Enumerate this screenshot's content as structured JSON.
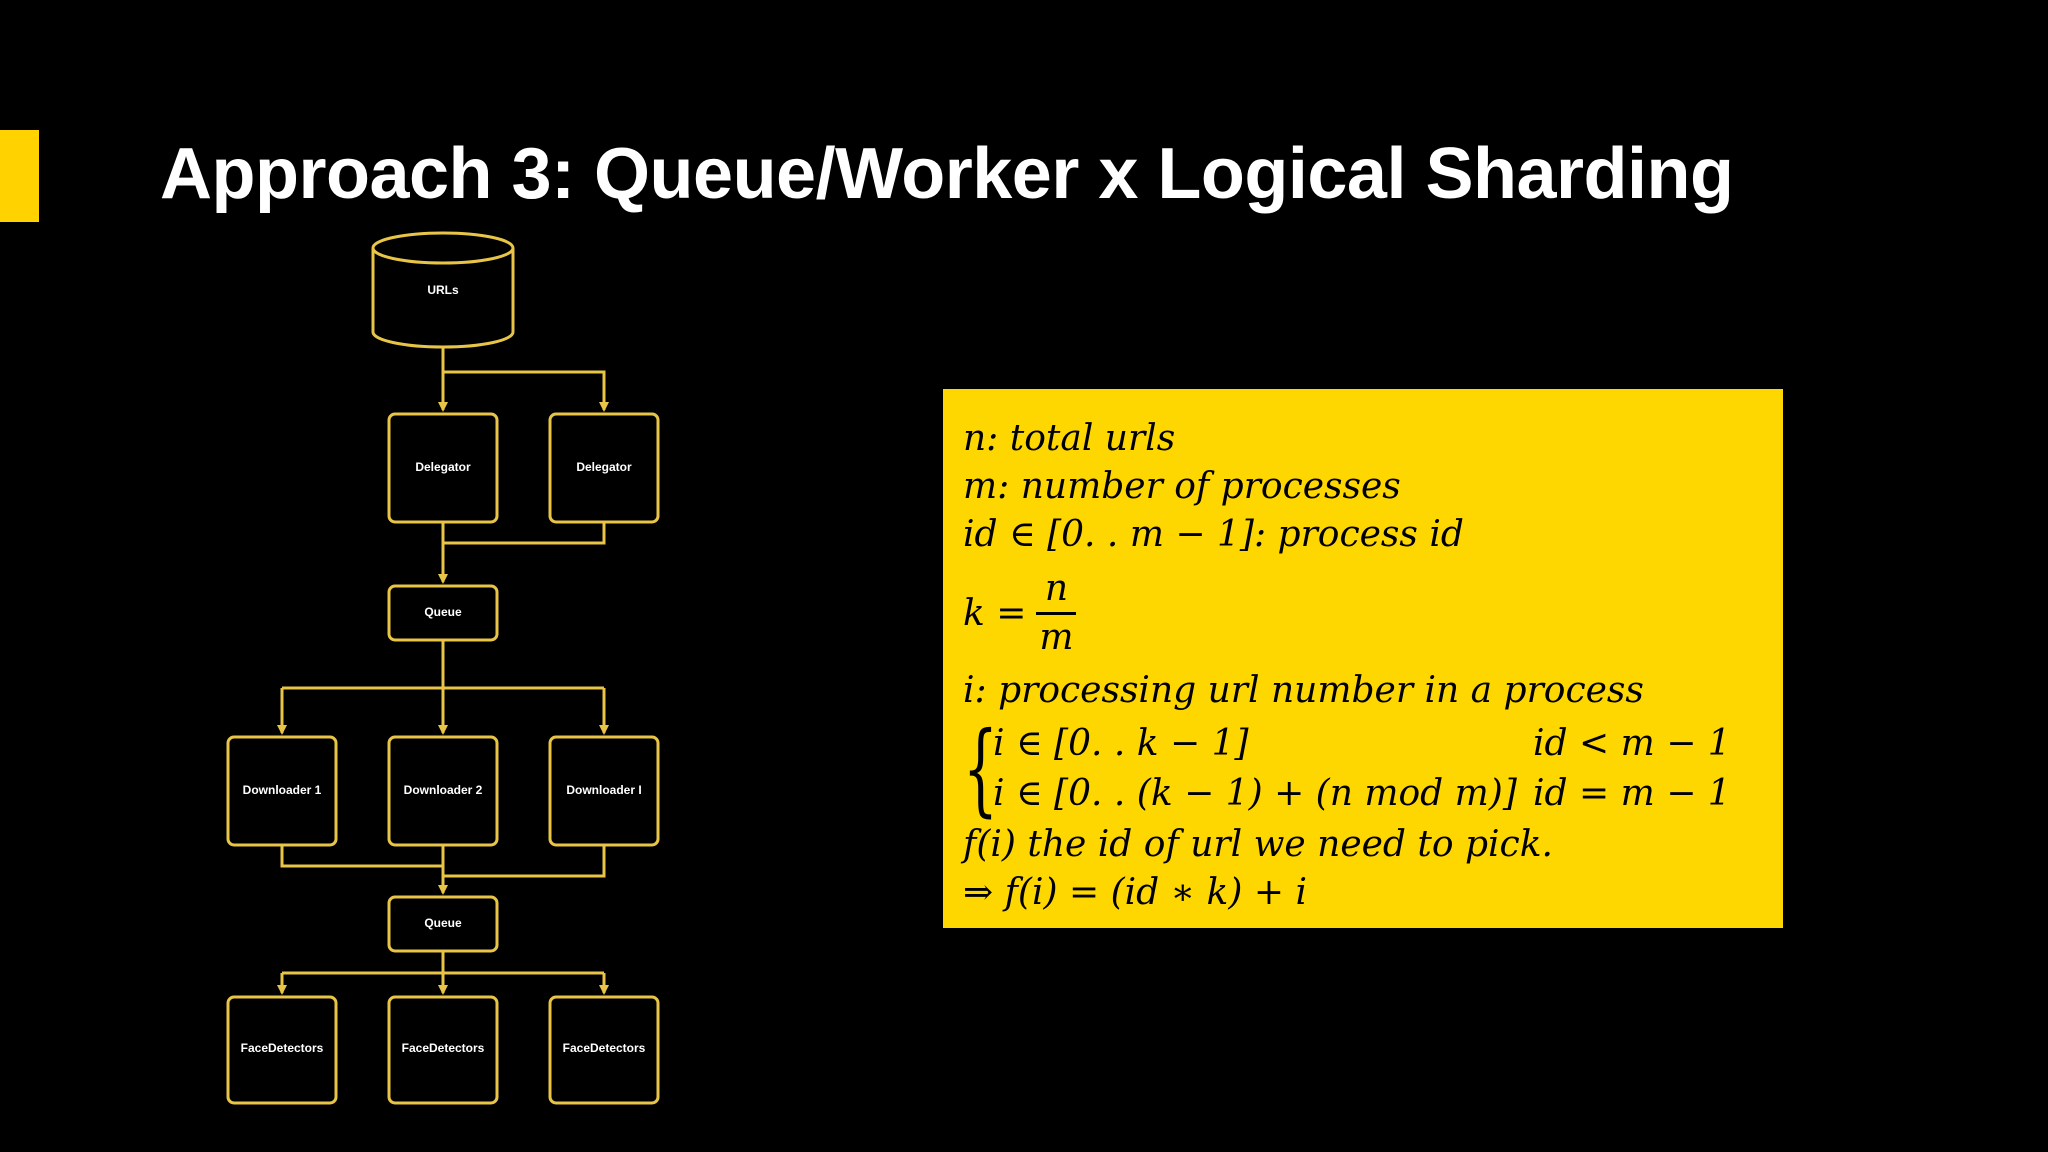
{
  "slide": {
    "title": "Approach 3: Queue/Worker x Logical Sharding",
    "accent_color": "#FFD200",
    "background_color": "#000000"
  },
  "diagram": {
    "node_border_color": "#E8C547",
    "arrow_color": "#E8C547",
    "nodes": {
      "urls": "URLs",
      "delegator_1": "Delegator",
      "delegator_2": "Delegator",
      "queue_1": "Queue",
      "downloader_1": "Downloader 1",
      "downloader_2": "Downloader 2",
      "downloader_i": "Downloader I",
      "queue_2": "Queue",
      "face_detectors_1": "FaceDetectors",
      "face_detectors_2": "FaceDetectors",
      "face_detectors_3": "FaceDetectors"
    }
  },
  "math": {
    "box_color": "#FFD700",
    "line1": "n: total urls",
    "line2": "m:  number of  processes",
    "line3": "id ∈ [0. . m − 1]:  process id",
    "frac_lhs": "k =",
    "frac_num": "n",
    "frac_den": "m",
    "line5": "i: processing url number in a process",
    "case1_expr": "i ∈ [0. . k − 1]",
    "case1_cond": "id < m − 1",
    "case2_expr": "i ∈ [0. . (k − 1) + (n mod m)]",
    "case2_cond": "id = m  − 1",
    "line7": "f(i) the id of url we need to pick.",
    "line8": "⇒ f(i) = (id ∗ k) + i"
  }
}
